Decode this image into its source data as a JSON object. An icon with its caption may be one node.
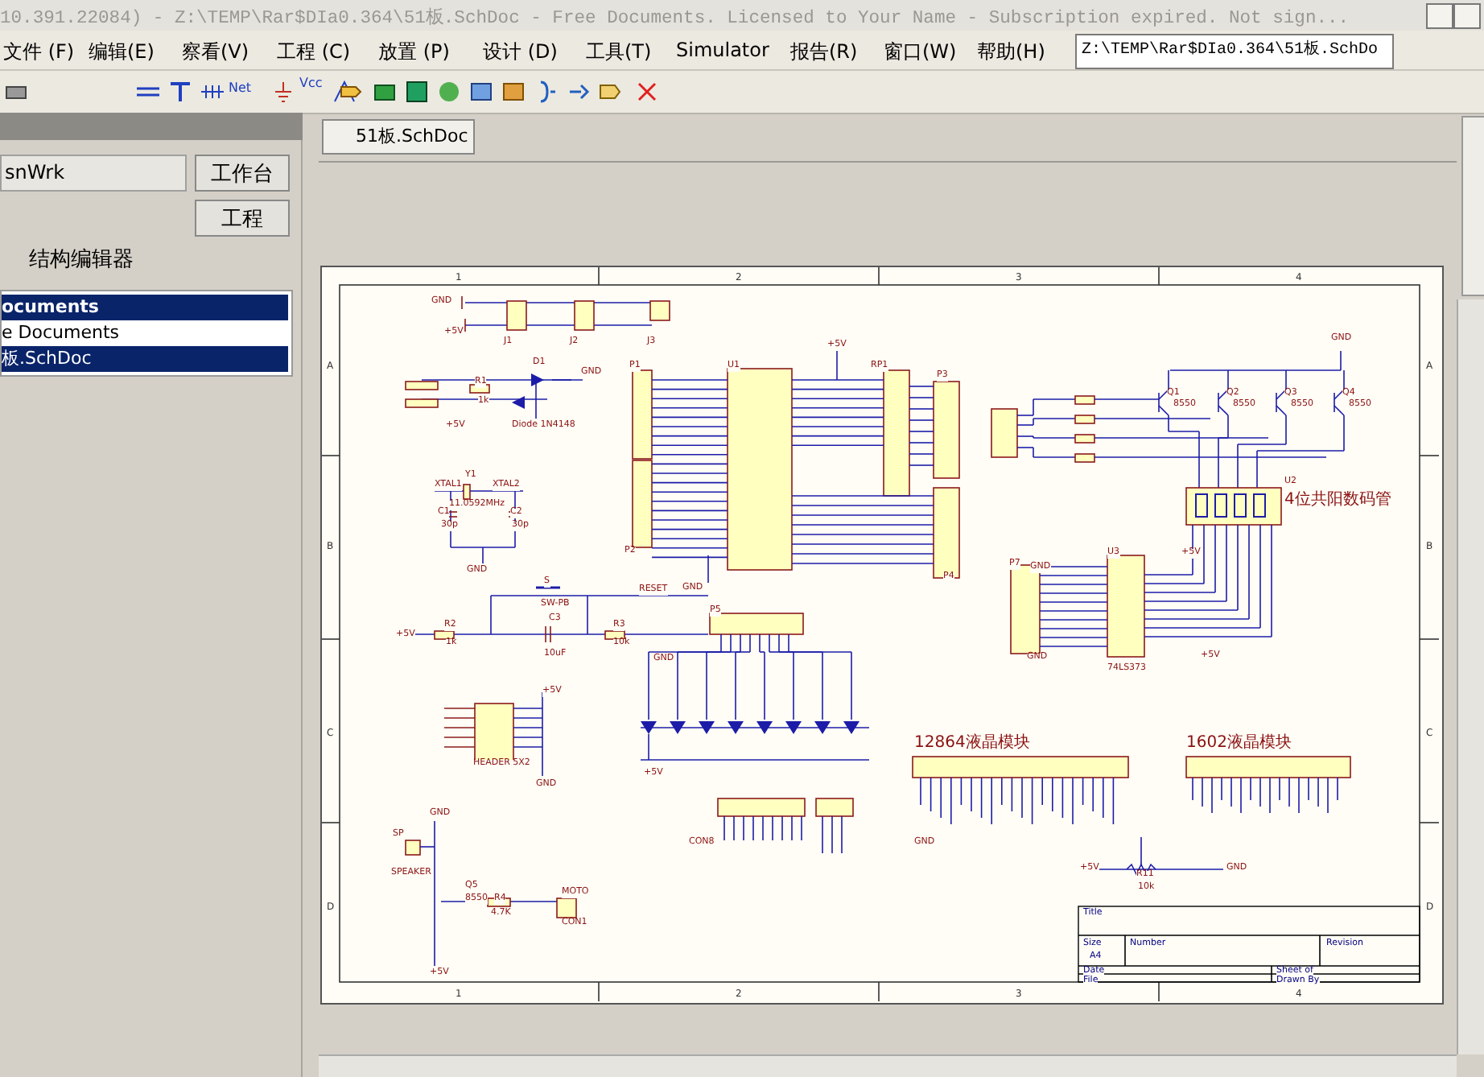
{
  "diagram": {
    "labels": [
      "10.391.22084) - Z:\\TEMP\\Rar$DIa0.364\\51板.SchDoc - Free Documents. Licensed to Your Name - Subscription expired. Not sign...",
      "文件 (F)",
      "编辑(E)",
      "察看(V)",
      "工程 (C)",
      "放置 (P)",
      "设计 (D)",
      "工具(T)",
      "Simulator",
      "报告(R)",
      "窗口(W)",
      "帮助(H)",
      "Z:\\TEMP\\Rar$DIa0.364\\51板.SchDo",
      "Net",
      "Vcc",
      "snWrk",
      "工作台",
      "工程",
      "结构编辑器",
      "ocuments",
      "e Documents",
      "板.SchDoc",
      "51板.SchDoc",
      "1",
      "2",
      "3",
      "4",
      "1",
      "2",
      "3",
      "4",
      "A",
      "B",
      "C",
      "D",
      "A",
      "B",
      "C",
      "D",
      "GND",
      "+5V",
      "J1",
      "J2",
      "J3",
      "D1",
      "GND",
      "R1",
      "1k",
      "+5V",
      "Diode 1N4148",
      "Y1",
      "XTAL1",
      "XTAL2",
      "11.0592MHz",
      "C1",
      "30p",
      "C2",
      "30p",
      "GND",
      "P1",
      "U1",
      "+5V",
      "RP1",
      "P3",
      "P2",
      "P4",
      "RESET",
      "GND",
      "S",
      "SW-PB",
      "R2",
      "1k",
      "+5V",
      "C3",
      "10uF",
      "R3",
      "10k",
      "GND",
      "P5",
      "+5V",
      "HEADER 5X2",
      "GND",
      "+5V",
      "GND",
      "SP",
      "SPEAKER",
      "Q5",
      "8550",
      "R4",
      "4.7K",
      "MOTO",
      "CON1",
      "+5V",
      "CON8",
      "GND",
      "Q1",
      "8550",
      "Q2",
      "8550",
      "Q3",
      "8550",
      "Q4",
      "8550",
      "U2",
      "4位共阳数码管",
      "U3",
      "+5V",
      "P7",
      "GND",
      "GND",
      "+5V",
      "74LS373",
      "12864液晶模块",
      "1602液晶模块",
      "GND",
      "R11",
      "10k",
      "+5V",
      "GND",
      "Title",
      "Size",
      "A4",
      "Number",
      "Revision",
      "Date",
      "Sheet of",
      "File",
      "Drawn By"
    ]
  }
}
